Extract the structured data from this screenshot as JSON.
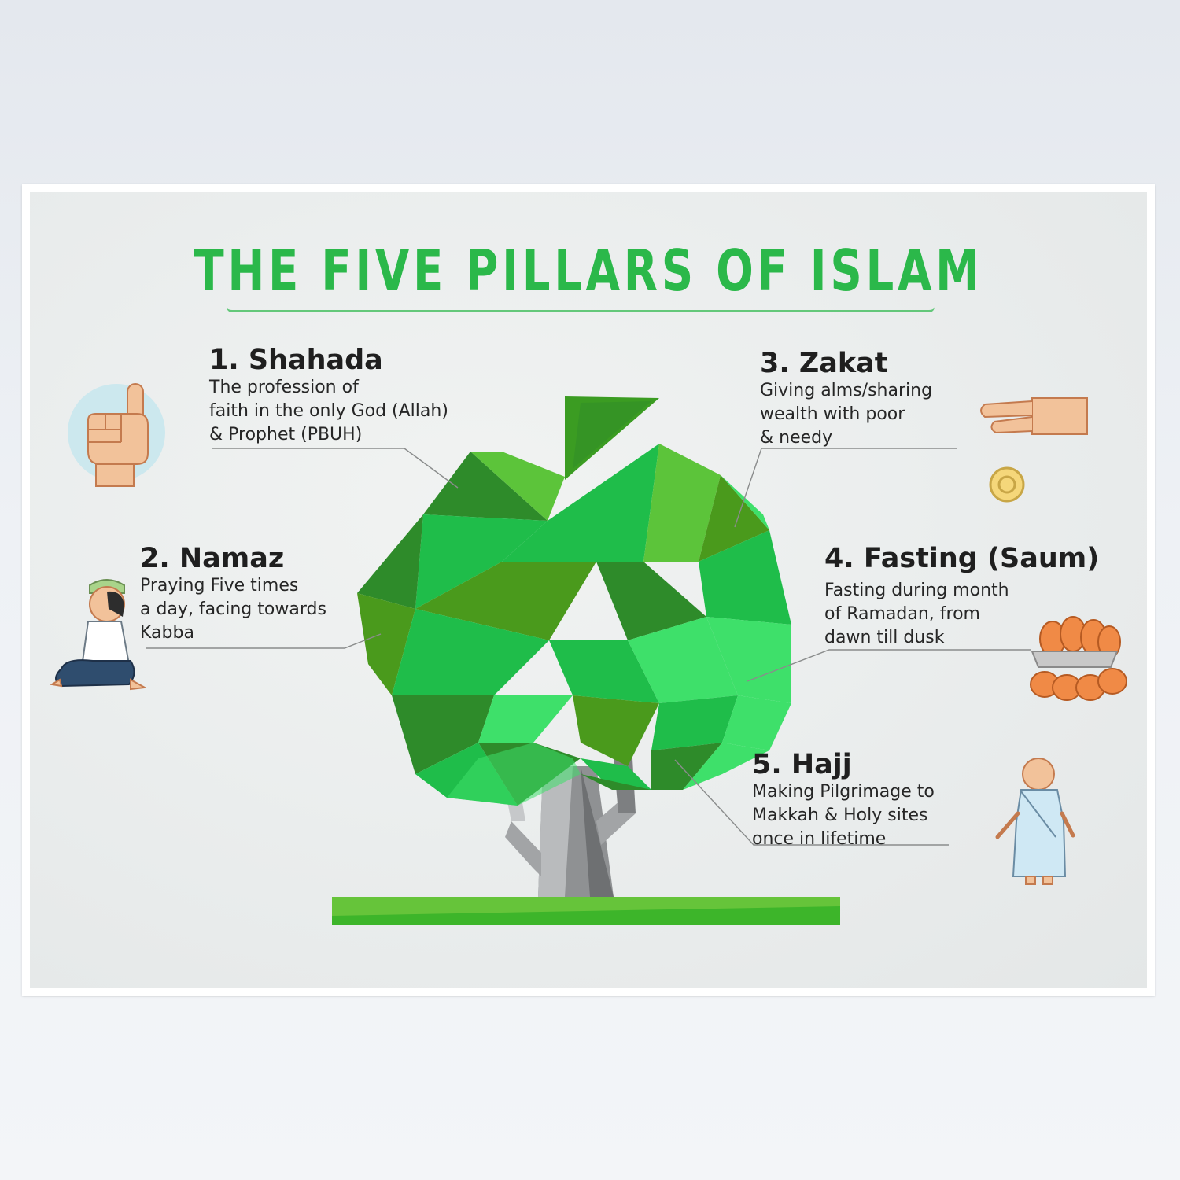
{
  "title": "THE FIVE PILLARS OF ISLAM",
  "pillars": [
    {
      "heading": "1. Shahada",
      "lines": [
        "The profession of",
        "faith in the only God (Allah)",
        "& Prophet (PBUH)"
      ]
    },
    {
      "heading": "2. Namaz",
      "lines": [
        "Praying Five times",
        "a day, facing towards",
        "Kabba"
      ]
    },
    {
      "heading": "3. Zakat",
      "lines": [
        "Giving alms/sharing",
        "wealth with poor",
        "& needy"
      ]
    },
    {
      "heading": "4. Fasting (Saum)",
      "lines": [
        "Fasting during month",
        "of Ramadan, from",
        "dawn till dusk"
      ]
    },
    {
      "heading": "5. Hajj",
      "lines": [
        "Making Pilgrimage to",
        "Makkah & Holy sites",
        "once in lifetime"
      ]
    }
  ],
  "colors": {
    "title_green": "#2bb84a",
    "leaf_light": "#3ee06a",
    "leaf_mid": "#1fbd4a",
    "leaf_dark": "#2e8b2a",
    "leaf_olive": "#4a9a1c",
    "trunk": "#8f9193",
    "ground": "#3db52a"
  },
  "icons": {
    "shahada": "raised-index-finger-icon",
    "namaz": "praying-man-icon",
    "zakat": "giving-hand-coin-icon",
    "fasting": "dates-bowl-icon",
    "hajj": "pilgrim-icon"
  }
}
